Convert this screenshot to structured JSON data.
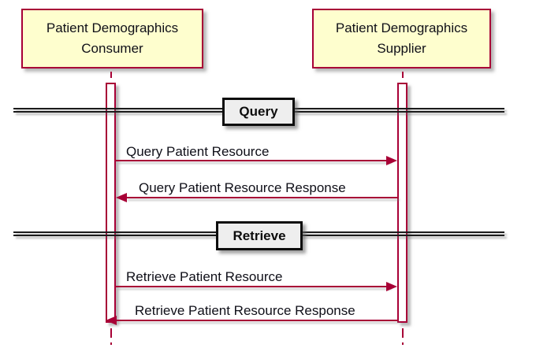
{
  "diagram": {
    "type": "sequence-diagram",
    "participants": [
      {
        "id": "consumer",
        "line1": "Patient Demographics",
        "line2": "Consumer"
      },
      {
        "id": "supplier",
        "line1": "Patient Demographics",
        "line2": "Supplier"
      }
    ],
    "dividers": [
      {
        "label": "Query"
      },
      {
        "label": "Retrieve"
      }
    ],
    "messages": [
      {
        "label": "Query Patient Resource",
        "from": "consumer",
        "to": "supplier"
      },
      {
        "label": "Query Patient Resource Response",
        "from": "supplier",
        "to": "consumer"
      },
      {
        "label": "Retrieve Patient Resource",
        "from": "consumer",
        "to": "supplier"
      },
      {
        "label": "Retrieve Patient Resource Response",
        "from": "supplier",
        "to": "consumer"
      }
    ],
    "colors": {
      "participant_fill": "#FEFECE",
      "lifeline_and_arrow": "#A80036",
      "divider_fill": "#EEEEEE",
      "divider_border": "#0d0d0d",
      "text": "#101018",
      "background": "#ffffff"
    }
  }
}
